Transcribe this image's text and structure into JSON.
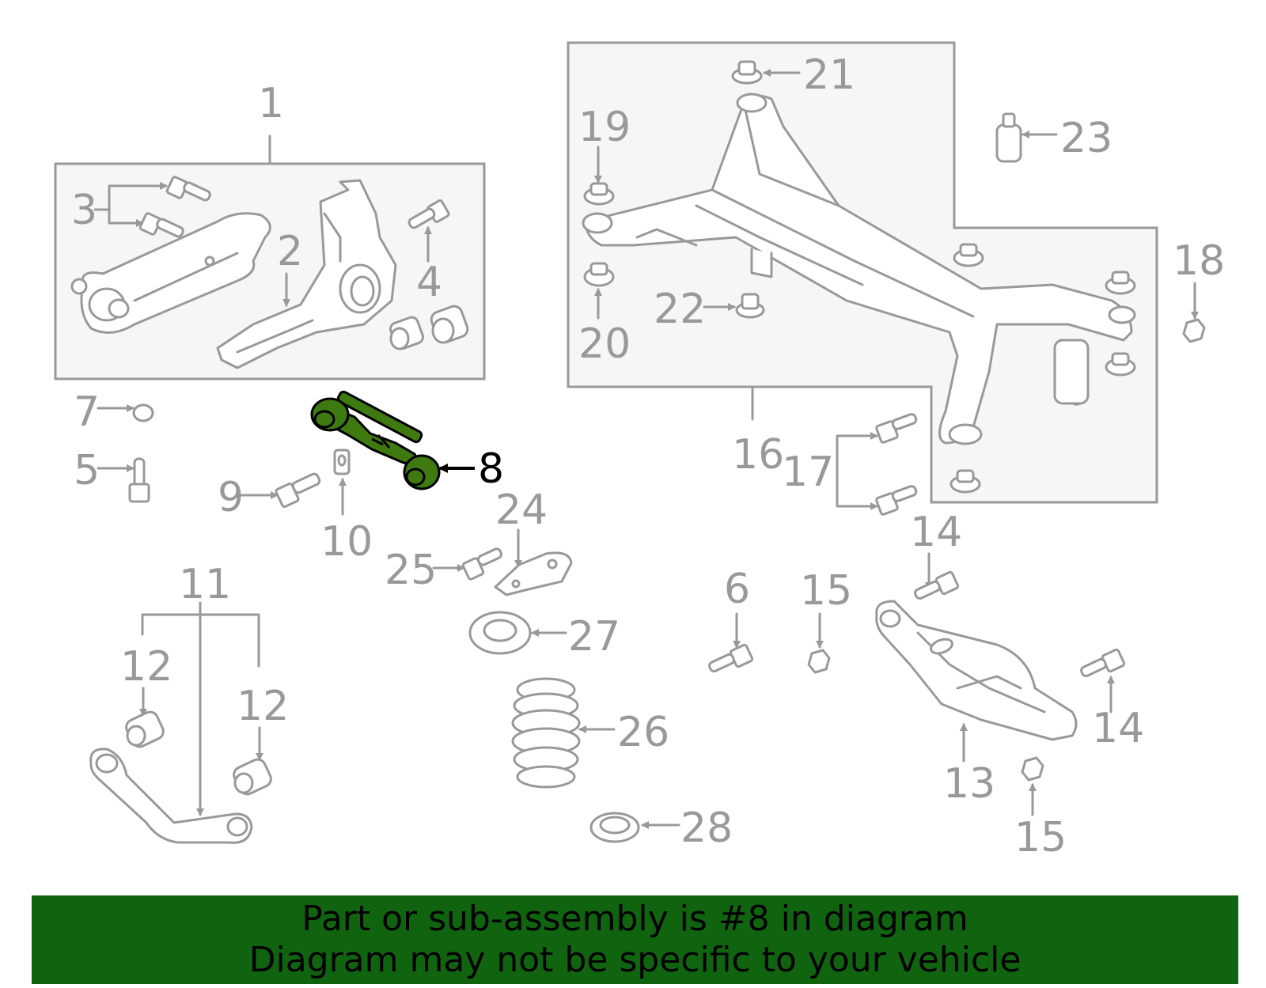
{
  "callouts": {
    "c1": "1",
    "c2": "2",
    "c3": "3",
    "c4": "4",
    "c5": "5",
    "c6": "6",
    "c7": "7",
    "c8": "8",
    "c9": "9",
    "c10": "10",
    "c11": "11",
    "c12a": "12",
    "c12b": "12",
    "c13": "13",
    "c14a": "14",
    "c14b": "14",
    "c15a": "15",
    "c15b": "15",
    "c16": "16",
    "c17": "17",
    "c18": "18",
    "c19": "19",
    "c20": "20",
    "c21": "21",
    "c22": "22",
    "c23": "23",
    "c24": "24",
    "c25": "25",
    "c26": "26",
    "c27": "27",
    "c28": "28"
  },
  "banner": {
    "line1": "Part or sub-assembly is #8 in diagram",
    "line2": "Diagram may not be specific to your vehicle"
  },
  "colors": {
    "highlight_part": "#3f7a10",
    "banner_bg": "#106410",
    "line_gray": "#999999"
  }
}
